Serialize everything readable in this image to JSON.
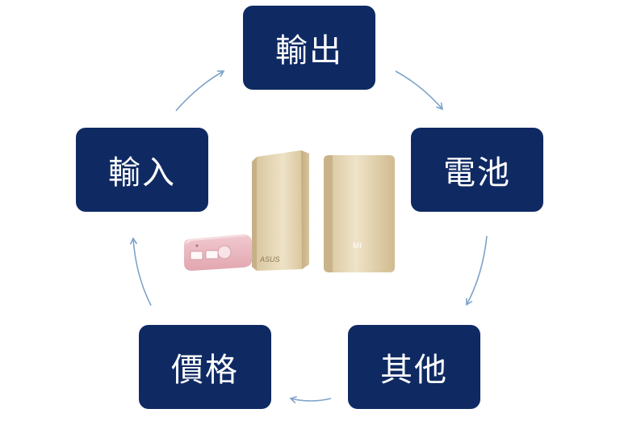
{
  "diagram": {
    "nodes": {
      "output": "輸出",
      "battery": "電池",
      "other": "其他",
      "price": "價格",
      "input": "輸入"
    },
    "products": {
      "asus_brand": "ASUS",
      "mi_brand": "MI"
    },
    "colors": {
      "node_fill": "#0f2a63",
      "node_text": "#ffffff",
      "arrow": "#7da3c8"
    }
  }
}
